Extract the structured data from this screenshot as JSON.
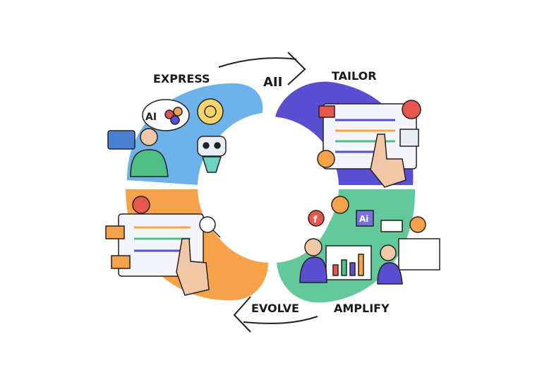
{
  "labels": {
    "express": "EXPRESS",
    "tailor": "TAILOR",
    "amplify": "AMPLIFY",
    "evolve": "EVOLVE",
    "center_arrow": "AII"
  },
  "icons": {
    "speech_bubble_text": "AI",
    "ai_badge_text": "Ai",
    "facebook_letter": "f"
  },
  "colors": {
    "express": "#6eb2ec",
    "tailor": "#5a4fd3",
    "evolve": "#f5a24b",
    "amplify": "#63c89a"
  }
}
